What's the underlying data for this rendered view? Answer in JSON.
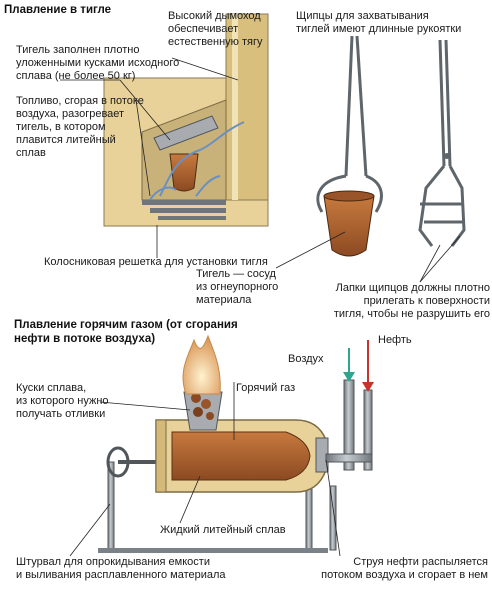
{
  "section1": {
    "heading": "Плавление в тигле",
    "label_crucible_filled": "Тигель заполнен плотно\nуложенными кусками исходного\nсплава (не более 50 кг)",
    "label_chimney": "Высокий дымоход\nобеспечивает\nестественную тягу",
    "label_fuel": "Топливо, сгорая в потоке\nвоздуха,   разогревает\nтигель,  в котором\nплавится литейный\nсплав",
    "label_grate": "Колосниковая решетка для установки тигля",
    "label_tongs": "Щипцы для захватывания\nтиглей имеют длинные рукоятки",
    "label_crucible_vessel": "Тигель — сосуд\nиз огнеупорного\nматериала",
    "label_tong_paws": "Лапки щипцов должны плотно\nприлегать к поверхности\nтигля,  чтобы не разрушить его"
  },
  "section2": {
    "heading": "Плавление горячим газом (от сгорания\nнефти в потоке воздуха)",
    "label_air": "Воздух",
    "label_oil": "Нефть",
    "label_pieces": "Куски сплава,\nиз которого нужно\nполучать отливки",
    "label_hot_gas": "Горячий газ",
    "label_liquid": "Жидкий литейный сплав",
    "label_wheel": "Штурвал для опрокидывания емкости\nи выливания расплавленного материала",
    "label_oil_jet": "Струя нефти распыляется\nпотоком воздуха и сгорает в нем"
  },
  "colors": {
    "furnace_wall": "#e8d29a",
    "metal": "#9aa1a6",
    "metal_dark": "#5f666b",
    "molten": "#b0602c",
    "flame": "#f1c27a",
    "air_arrow": "#2fa58f",
    "oil_arrow": "#c8342a",
    "leader": "#222222"
  }
}
